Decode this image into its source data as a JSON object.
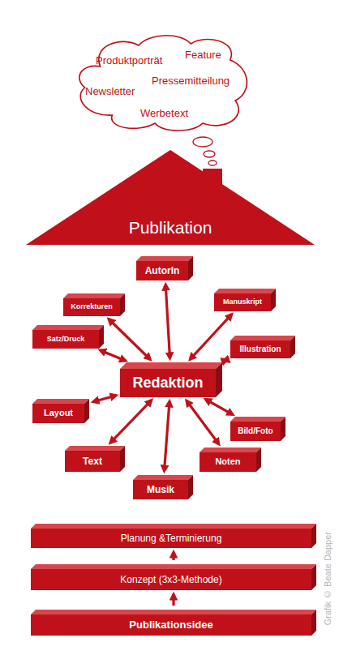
{
  "diagram": {
    "nodes": [
      {
        "text": [
          "Produktporträt",
          "Feature",
          "Pressemitteilung",
          "Newsletter",
          "Werbetext"
        ]
      },
      {
        "text": [
          "Publikation"
        ]
      },
      {
        "text": [
          "AutorIn"
        ]
      },
      {
        "text": [
          "Korrekturen"
        ]
      },
      {
        "text": [
          "Manuskript"
        ]
      },
      {
        "text": [
          "Satz/Druck"
        ]
      },
      {
        "text": [
          "Illustration"
        ]
      },
      {
        "text": [
          "Redaktion"
        ]
      },
      {
        "text": [
          "Layout"
        ]
      },
      {
        "text": [
          "Bild/Foto"
        ]
      },
      {
        "text": [
          "Text"
        ]
      },
      {
        "text": [
          "Noten"
        ]
      },
      {
        "text": [
          "Musik"
        ]
      },
      {
        "text": [
          "Planung &Terminierung"
        ]
      },
      {
        "text": [
          "Konzept (3x3-Methode)"
        ]
      },
      {
        "text": [
          "Publikationsidee"
        ]
      }
    ],
    "edges": [
      {
        "from": 7,
        "to": 2,
        "arrow": "both"
      },
      {
        "from": 7,
        "to": 3,
        "arrow": "both"
      },
      {
        "from": 7,
        "to": 4,
        "arrow": "both"
      },
      {
        "from": 7,
        "to": 5,
        "arrow": "both"
      },
      {
        "from": 7,
        "to": 6,
        "arrow": "both"
      },
      {
        "from": 7,
        "to": 8,
        "arrow": "both"
      },
      {
        "from": 7,
        "to": 9,
        "arrow": "both"
      },
      {
        "from": 7,
        "to": 10,
        "arrow": "both"
      },
      {
        "from": 7,
        "to": 11,
        "arrow": "both"
      },
      {
        "from": 7,
        "to": 12,
        "arrow": "both"
      },
      {
        "from": 15,
        "to": 14,
        "arrow": "to"
      },
      {
        "from": 14,
        "to": 13,
        "arrow": "to"
      }
    ],
    "labels": [
      "Grafik © Beate Dapper"
    ]
  }
}
